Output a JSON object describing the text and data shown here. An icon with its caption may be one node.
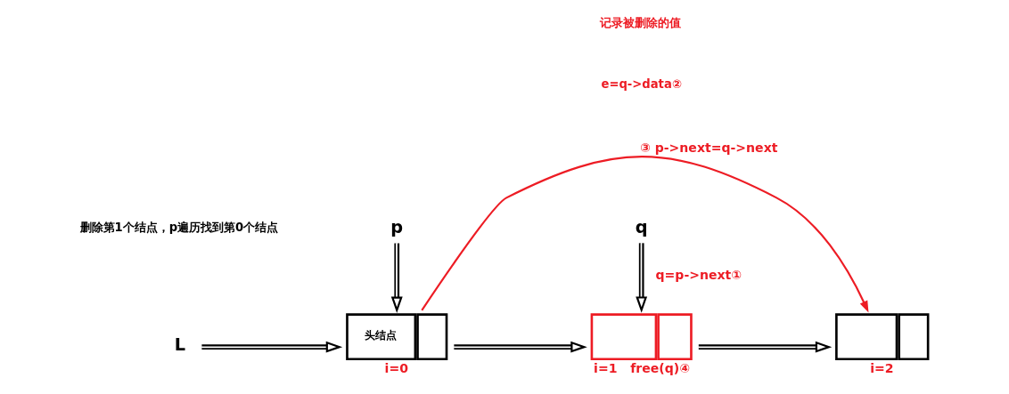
{
  "diagram": {
    "nodes": [
      {
        "text": [
          "L"
        ]
      },
      {
        "text": [
          "头结点"
        ],
        "beside": [
          "i=0"
        ]
      },
      {
        "text": [],
        "shape": "box",
        "beside": [
          "i=1",
          "free(q)④"
        ]
      },
      {
        "text": [],
        "shape": "box",
        "beside": [
          "i=2"
        ]
      },
      {
        "text": [
          "p"
        ]
      },
      {
        "text": [
          "q"
        ]
      }
    ],
    "edges": [
      {
        "from": 0,
        "to": 1,
        "arrow": "to"
      },
      {
        "from": 1,
        "to": 2,
        "arrow": "to"
      },
      {
        "from": 2,
        "to": 3,
        "arrow": "to"
      },
      {
        "from": 4,
        "to": 1,
        "arrow": "to"
      },
      {
        "from": 5,
        "to": 2,
        "arrow": "to",
        "label": "q=p->next①"
      },
      {
        "from": 1,
        "to": 3,
        "arrow": "to",
        "color": "#ed1c24",
        "label": "③ p->next=q->next"
      }
    ],
    "labels": [
      "删除第1个结点，p遍历找到第0个结点",
      "e=q->data②",
      "记录被删除的值"
    ]
  }
}
